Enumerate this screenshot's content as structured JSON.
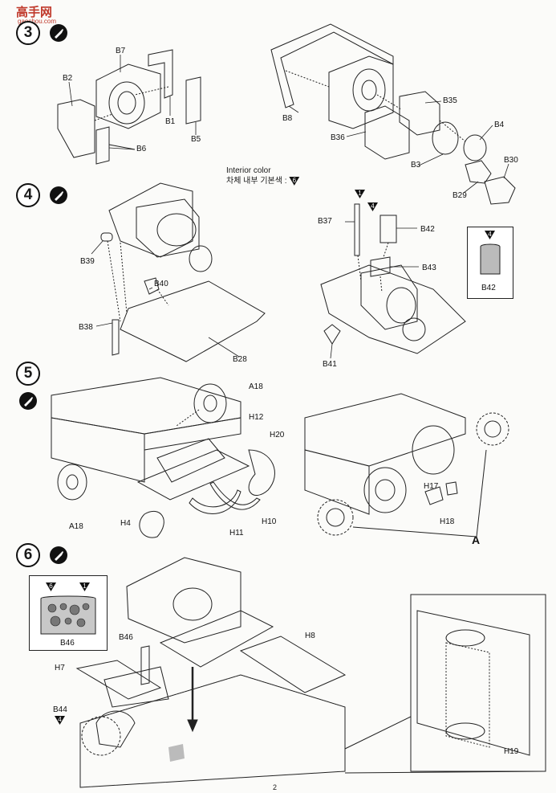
{
  "watermark": {
    "cn": "高手网",
    "url": "gaoshou.com"
  },
  "steps": [
    {
      "number": "3",
      "labels": [
        "B7",
        "B2",
        "B1",
        "B5",
        "B6",
        "B8",
        "B35",
        "B36",
        "B4",
        "B3",
        "B30",
        "B29"
      ]
    },
    {
      "number": "4",
      "labels": [
        "B39",
        "B40",
        "B38",
        "B28",
        "B37",
        "B42",
        "B43",
        "B41"
      ]
    },
    {
      "number": "5",
      "labels": [
        "A18",
        "H12",
        "H20",
        "A18",
        "H4",
        "H11",
        "H10",
        "H17",
        "H18",
        "A"
      ]
    },
    {
      "number": "6",
      "labels": [
        "B46",
        "H8",
        "H7",
        "B44",
        "H19"
      ]
    }
  ],
  "color_note": {
    "line1": "Interior color",
    "line2": "차체 내부 기본색 :",
    "badge": "6"
  },
  "callouts": {
    "b42_box": {
      "label": "B42",
      "badge": "4"
    },
    "b46_box": {
      "label": "B46",
      "badge_left": "6",
      "badge_right": "1"
    },
    "b37_badge": "1",
    "b42_badge": "4",
    "b44_badge": "4"
  },
  "page_number": "2"
}
